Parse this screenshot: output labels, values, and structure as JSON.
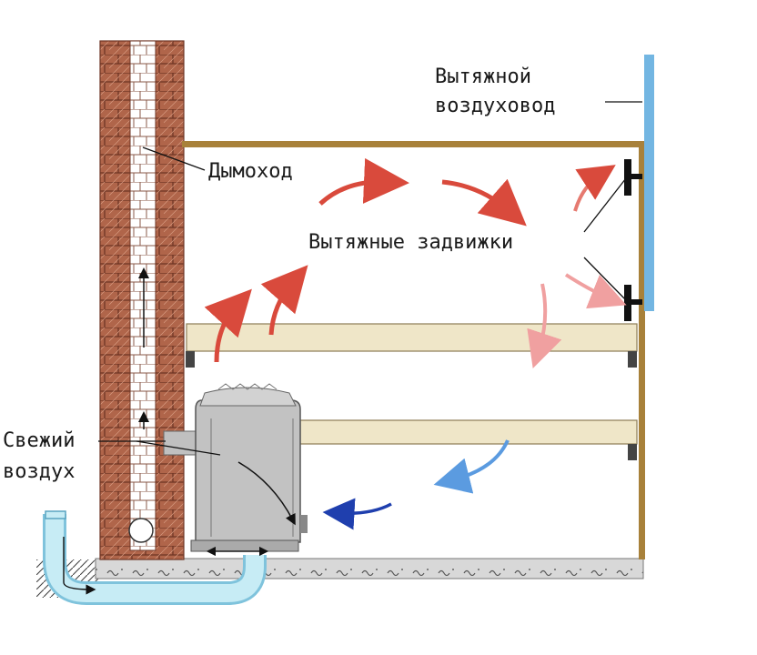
{
  "labels": {
    "exhaust_duct": [
      "Вытяжной",
      "воздуховод"
    ],
    "chimney": "Дымоход",
    "exhaust_dampers": "Вытяжные задвижки",
    "fresh_air": [
      "Свежий",
      "воздух"
    ]
  },
  "colors": {
    "brick": "#b0654a",
    "mortar": "#ffffff",
    "wall_wood": "#a8813a",
    "shelf": "#efe6c8",
    "duct": "#73b6e2",
    "fresh_air_pipe": "#bfe7f2",
    "stove": "#bcbcbc",
    "hot_air": "#d94a3c",
    "warm_air": "#f0a0a0",
    "cool_air": "#5b9be0",
    "cold_air": "#1f3fae",
    "floor": "#d6d6d6"
  }
}
